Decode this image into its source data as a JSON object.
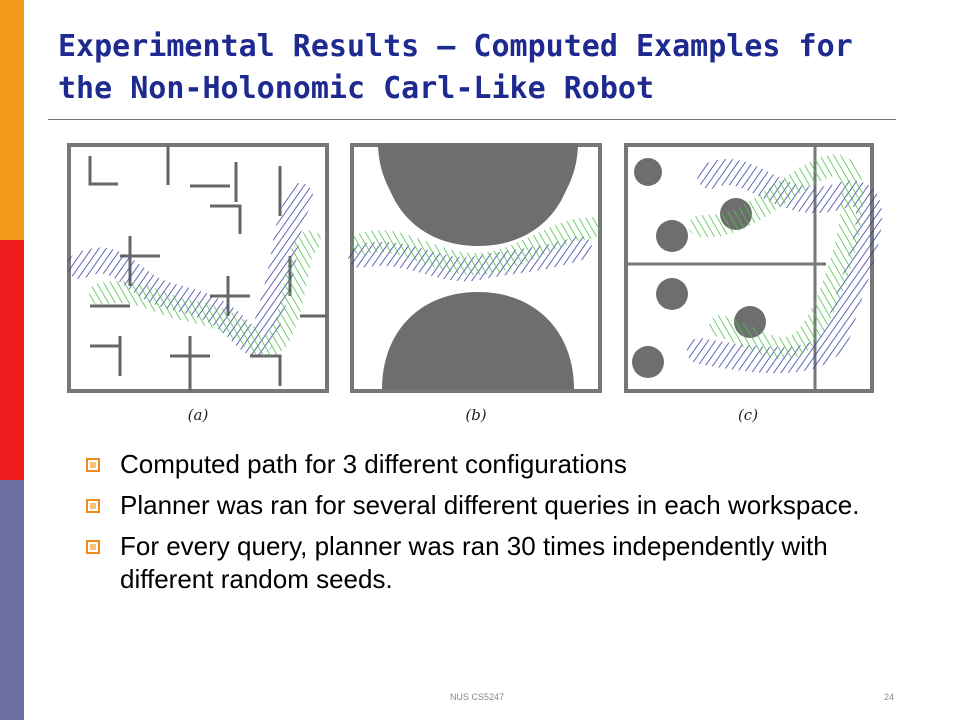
{
  "slide": {
    "title": "Experimental Results – Computed Examples for the Non-Holonomic Carl-Like Robot",
    "figure": {
      "labels": [
        "(a)",
        "(b)",
        "(c)"
      ],
      "colors": {
        "path_blue": "#3a3fa6",
        "path_green": "#4fc24a",
        "obstacle_gray": "#6e6e6e",
        "wall_gray": "#777777"
      }
    },
    "bullets": [
      "Computed path for 3 different configurations",
      "Planner was ran for several different queries in each workspace.",
      "For every query, planner was ran 30 times independently with different random seeds."
    ],
    "footer": {
      "center": "NUS CS5247",
      "page": "24"
    }
  },
  "theme": {
    "title_color": "#1e2a8f",
    "bar_orange": "#f49a1a",
    "bar_red": "#ee1c1c",
    "bar_slate": "#6b6ea0"
  }
}
